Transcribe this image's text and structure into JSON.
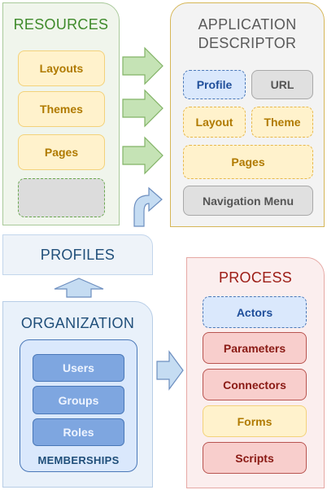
{
  "resources": {
    "title": "RESOURCES",
    "items": [
      "Layouts",
      "Themes",
      "Pages"
    ]
  },
  "application_descriptor": {
    "title_line1": "APPLICATION",
    "title_line2": "DESCRIPTOR",
    "profile": "Profile",
    "url": "URL",
    "layout": "Layout",
    "theme": "Theme",
    "pages": "Pages",
    "navigation_menu": "Navigation Menu"
  },
  "profiles": {
    "title": "PROFILES"
  },
  "organization": {
    "title": "ORGANIZATION",
    "items": [
      "Users",
      "Groups",
      "Roles"
    ],
    "memberships": "MEMBERSHIPS"
  },
  "process": {
    "title": "PROCESS",
    "items": [
      "Actors",
      "Parameters",
      "Connectors",
      "Forms",
      "Scripts"
    ]
  },
  "colors": {
    "resources_title": "#3e8a2a",
    "descriptor_title": "#595959",
    "profiles_title": "#1f4e79",
    "organization_title": "#1f4e79",
    "process_title": "#9c1b14",
    "arrow_green": "#c5e3b5",
    "arrow_blue": "#c5dcf2"
  }
}
